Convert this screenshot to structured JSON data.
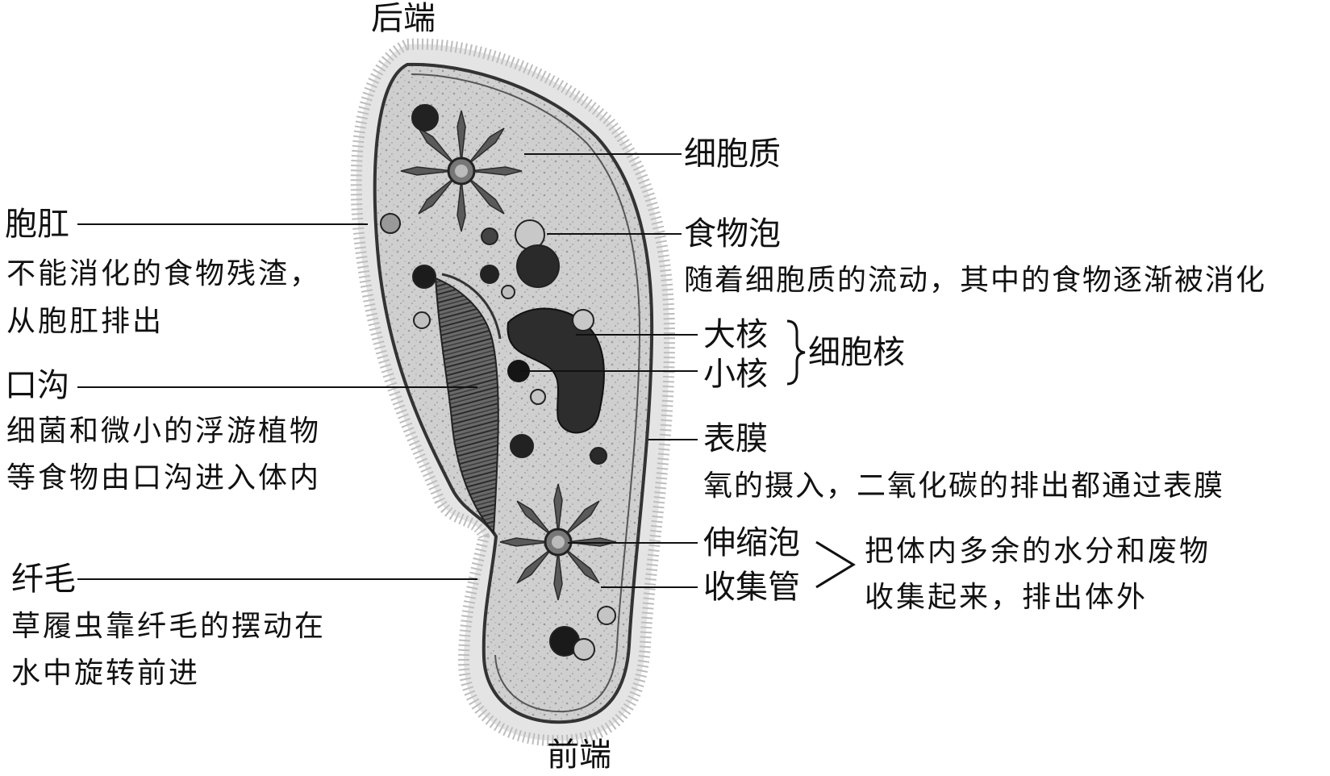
{
  "ends": {
    "rear": "后端",
    "front": "前端"
  },
  "labels": {
    "anal_pore": {
      "name": "胞肛",
      "desc1": "不能消化的食物残渣，",
      "desc2": "从胞肛排出"
    },
    "oral_groove": {
      "name": "口沟",
      "desc1": "细菌和微小的浮游植物",
      "desc2": "等食物由口沟进入体内"
    },
    "cilia": {
      "name": "纤毛",
      "desc1": "草履虫靠纤毛的摆动在",
      "desc2": "水中旋转前进"
    },
    "cytoplasm": {
      "name": "细胞质"
    },
    "food_vacuole": {
      "name": "食物泡",
      "desc1": "随着细胞质的流动，其中的食物逐渐被消化"
    },
    "macronucleus": {
      "name": "大核"
    },
    "micronucleus": {
      "name": "小核"
    },
    "nucleus_group": {
      "name": "细胞核"
    },
    "pellicle": {
      "name": "表膜",
      "desc1": "氧的摄入，二氧化碳的排出都通过表膜"
    },
    "contractile_vacuole": {
      "name": "伸缩泡"
    },
    "collecting_canal": {
      "name": "收集管"
    },
    "excretion_group": {
      "desc1": "把体内多余的水分和废物",
      "desc2": "收集起来，排出体外"
    }
  }
}
